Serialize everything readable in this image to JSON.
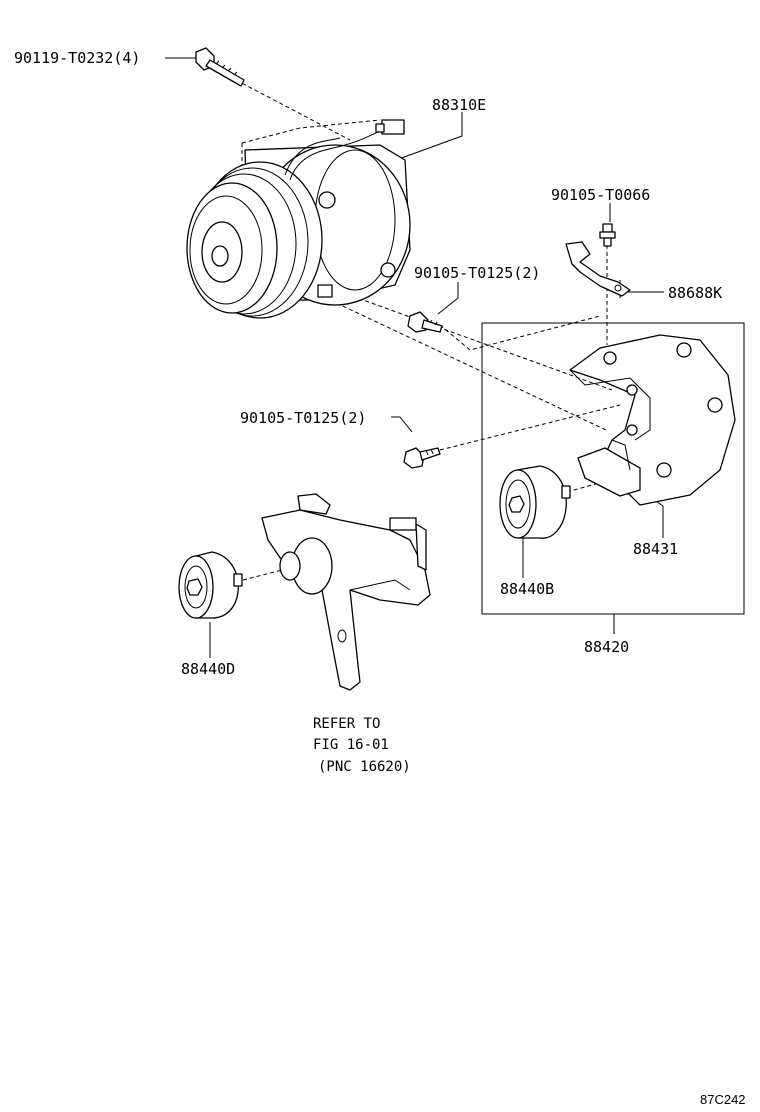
{
  "labels": {
    "bolt_top": "90119-T0232(4)",
    "compressor": "88310E",
    "bolt_small": "90105-T0066",
    "bracket_small": "88688K",
    "bolt_mid": "90105-T0125(2)",
    "bolt_lower": "90105-T0125(2)",
    "bracket_sub": "88431",
    "idler_b": "88440B",
    "assembly": "88420",
    "idler_d": "88440D"
  },
  "reference": {
    "line1": "REFER TO",
    "line2": "FIG 16-01",
    "line3": "(PNC 16620)"
  },
  "diagram_code": "87C242"
}
